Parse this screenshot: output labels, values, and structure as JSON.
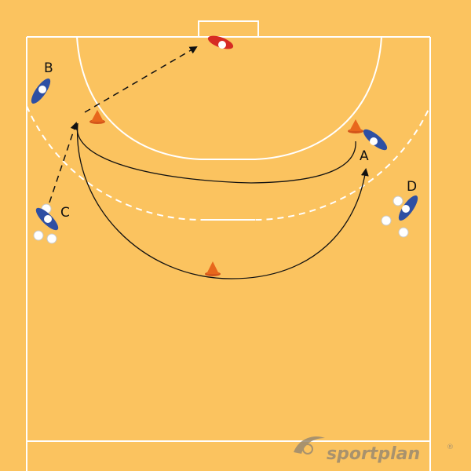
{
  "colors": {
    "court": "#fbc35f",
    "lines": "#ffffff",
    "player_blue": "#2e4fa3",
    "goalkeeper_red": "#d62b23",
    "cone": "#e8671c",
    "arrow": "#111111",
    "watermark": "#9a8a70"
  },
  "players": [
    {
      "label": "B",
      "team": "attack"
    },
    {
      "label": "C",
      "team": "attack"
    },
    {
      "label": "A",
      "team": "attack"
    },
    {
      "label": "D",
      "team": "attack"
    },
    {
      "label": "",
      "team": "goalkeeper"
    }
  ],
  "watermark": {
    "brand": "sportplan",
    "registered": "®",
    "icon": "swoosh-icon"
  }
}
